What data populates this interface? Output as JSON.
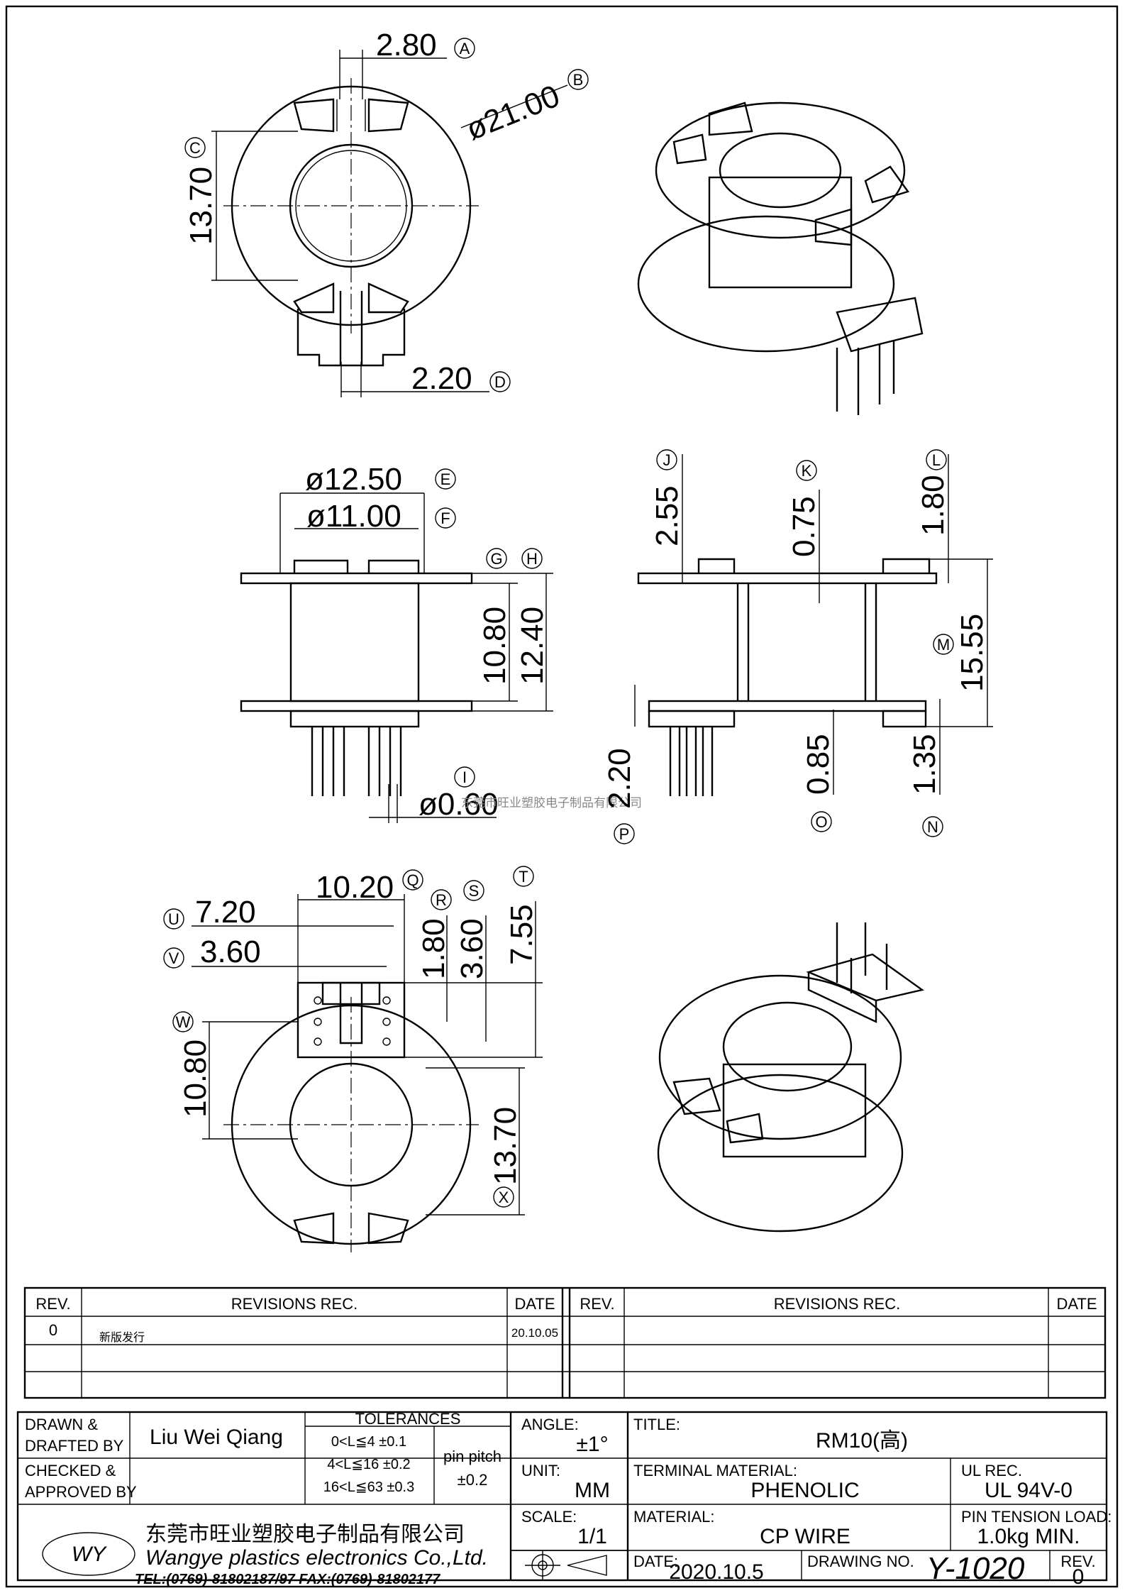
{
  "drawing": {
    "top_view": {
      "dims": [
        "2.80",
        "ø21.00",
        "13.70",
        "2.20"
      ],
      "refs": [
        "A",
        "B",
        "C",
        "D"
      ]
    },
    "side_view": {
      "dims": [
        "ø12.50",
        "ø11.00",
        "10.80",
        "12.40",
        "ø0.60"
      ],
      "refs": [
        "E",
        "F",
        "G",
        "H",
        "I"
      ]
    },
    "section_view": {
      "dims": [
        "2.55",
        "0.75",
        "1.80",
        "15.55",
        "2.20",
        "0.85",
        "1.35"
      ],
      "refs": [
        "J",
        "K",
        "L",
        "M",
        "P",
        "O",
        "N"
      ]
    },
    "bottom_view": {
      "dims": [
        "10.20",
        "7.20",
        "3.60",
        "1.80",
        "3.60",
        "7.55",
        "10.80",
        "13.70"
      ],
      "refs": [
        "Q",
        "U",
        "V",
        "R",
        "S",
        "T",
        "W",
        "X"
      ]
    },
    "watermark": "东莞市旺业塑胶电子制品有限公司"
  },
  "revisions": {
    "headers": [
      "REV.",
      "REVISIONS  REC.",
      "DATE"
    ],
    "rows": [
      {
        "rev": "0",
        "rec": "新版发行",
        "date": "20.10.05"
      },
      {
        "rev": "",
        "rec": "",
        "date": ""
      },
      {
        "rev": "",
        "rec": "",
        "date": ""
      }
    ]
  },
  "title_block": {
    "drawn_label_1": "DRAWN &",
    "drawn_label_2": "DRAFTED BY",
    "drawn_value": "Liu Wei Qiang",
    "checked_label_1": "CHECKED &",
    "checked_label_2": "APPROVED BY",
    "tolerances_label": "TOLERANCES",
    "tolerances": [
      "0<L≦4   ±0.1",
      "4<L≦16  ±0.2",
      "16<L≦63  ±0.3"
    ],
    "pin_pitch_label": "pin pitch",
    "pin_pitch_value": "±0.2",
    "angle_label": "ANGLE:",
    "angle_value": "±1°",
    "unit_label": "UNIT:",
    "unit_value": "MM",
    "scale_label": "SCALE:",
    "scale_value": "1/1",
    "title_label": "TITLE:",
    "title_value": "RM10(高)",
    "terminal_label": "TERMINAL MATERIAL:",
    "terminal_value": "PHENOLIC",
    "ul_label": "UL REC.",
    "ul_value": "UL 94V-0",
    "material_label": "MATERIAL:",
    "material_value": "CP WIRE",
    "pin_tension_label": "PIN TENSION LOAD:",
    "pin_tension_value": "1.0kg MIN.",
    "date_label": "DATE:",
    "date_value": "2020.10.5",
    "drawing_no_label": "DRAWING NO.",
    "drawing_no_value": "Y-1020",
    "rev_label": "REV.",
    "rev_value": "0",
    "company_cn": "东莞市旺业塑胶电子制品有限公司",
    "company_en": "Wangye plastics electronics Co.,Ltd.",
    "contact": "TEL:(0769)-81802187/97   FAX:(0769)-81802177",
    "logo_text": "WY"
  }
}
